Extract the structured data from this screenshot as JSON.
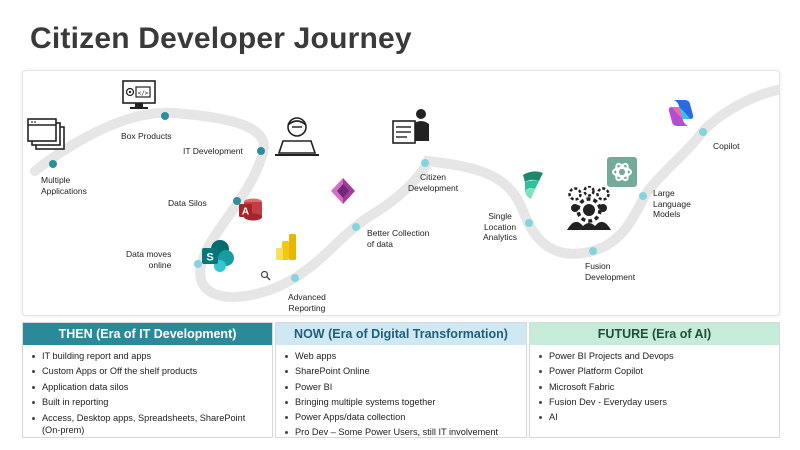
{
  "title": "Citizen Developer Journey",
  "journey": {
    "multiple_applications": "Multiple\nApplications",
    "box_products": "Box Products",
    "it_development": "IT Development",
    "data_silos": "Data Silos",
    "data_moves_online": "Data moves\nonline",
    "advanced_reporting": "Advanced\nReporting",
    "better_collection": "Better Collection\nof data",
    "citizen_development": "Citizen\nDevelopment",
    "single_location": "Single\nLocation\nAnalytics",
    "fusion_development": "Fusion\nDevelopment",
    "large_language_models": "Large\nLanguage\nModels",
    "copilot": "Copilot"
  },
  "icons": {
    "windows": "stacked-windows-icon",
    "box_product": "monitor-code-icon",
    "developer": "developer-laptop-icon",
    "access": "microsoft-access-icon",
    "sharepoint": "sharepoint-icon",
    "powerbi": "power-bi-icon",
    "powerapps": "power-apps-icon",
    "citizen": "presenter-board-icon",
    "fabric": "microsoft-fabric-icon",
    "fusion": "team-gears-icon",
    "openai": "openai-icon",
    "copilot": "copilot-icon",
    "search": "magnifier-icon"
  },
  "colors": {
    "road": "#e6e6e6",
    "dot": "#2f8d9c",
    "dot_light": "#86d3dd",
    "then_header": "#2b8a9a",
    "now_header": "#cfe8f3",
    "future_header": "#c6ecd9"
  },
  "columns": [
    {
      "header": "THEN (Era of IT Development)",
      "items": [
        "IT building report and apps",
        "Custom Apps or Off the shelf products",
        "Application data silos",
        "Built in reporting",
        "Access, Desktop apps, Spreadsheets, SharePoint (On-prem)"
      ]
    },
    {
      "header": "NOW (Era of Digital Transformation)",
      "items": [
        "Web apps",
        "SharePoint Online",
        "Power BI",
        "Bringing multiple systems together",
        "Power Apps/data collection",
        "Pro Dev – Some Power Users, still IT involvement"
      ]
    },
    {
      "header": "FUTURE (Era of AI)",
      "items": [
        "Power BI Projects and Devops",
        "Power Platform Copilot",
        "Microsoft Fabric",
        "Fusion Dev - Everyday users",
        "AI"
      ]
    }
  ]
}
